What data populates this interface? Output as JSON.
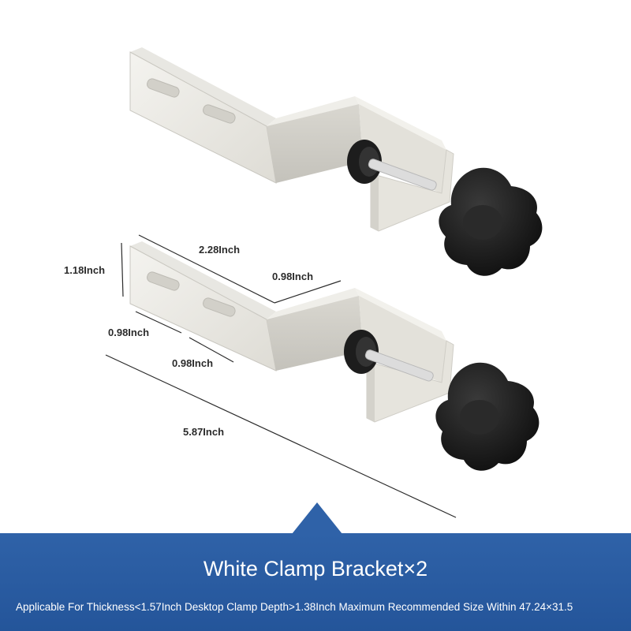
{
  "product": {
    "title": "White Clamp Bracket×2",
    "description": "Applicable For Thickness<1.57Inch Desktop Clamp Depth>1.38Inch Maximum Recommended Size Within 47.24×31.5"
  },
  "dimensions": {
    "length_overall": "2.28Inch",
    "clamp_depth": "0.98Inch",
    "height": "1.18Inch",
    "slot_spacing": "0.98Inch",
    "slot_offset": "0.98Inch",
    "total_length": "5.87Inch"
  },
  "colors": {
    "banner": "#2f62a8",
    "bracket": "#ecebe6",
    "knob": "#1a1a1a"
  },
  "icons": {
    "bracket_top": "clamp-bracket-illustration",
    "bracket_bottom": "clamp-bracket-illustration",
    "knob": "star-knob-illustration"
  }
}
